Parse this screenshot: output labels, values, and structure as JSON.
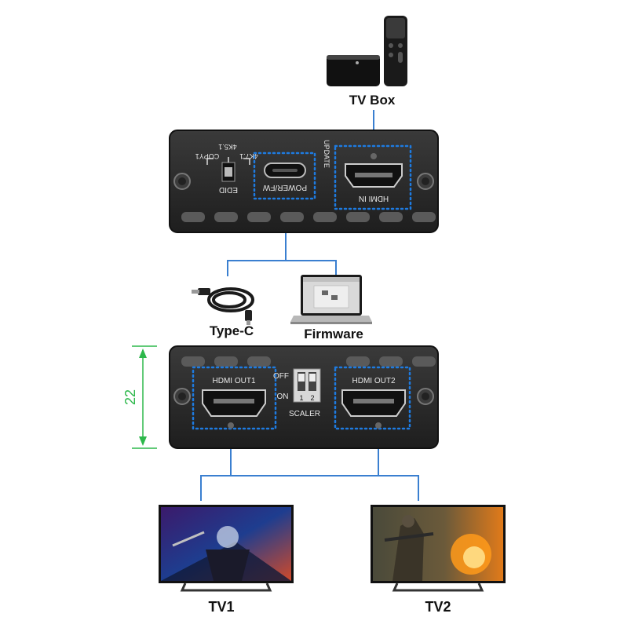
{
  "labels": {
    "tv_box": "TV Box",
    "type_c": "Type-C",
    "firmware": "Firmware",
    "tv1": "TV1",
    "tv2": "TV2"
  },
  "top_panel": {
    "edid": "EDID",
    "copy1": "COPY1",
    "k4_5_1": "4K5.1",
    "k4_7_1": "4K7.1",
    "power_fw": "POWER/FW",
    "update": "UPDATE",
    "hdmi_in": "HDMI IN"
  },
  "bottom_panel": {
    "hdmi_out1": "HDMI OUT1",
    "hdmi_out2": "HDMI OUT2",
    "off": "OFF",
    "on": "ON",
    "dip1": "1",
    "dip2": "2",
    "scaler": "SCALER"
  },
  "dimension": "22",
  "colors": {
    "panel": "#2a2a2a",
    "dotted_box": "#1e7be0",
    "connector_line": "#3a7fd0",
    "dimension": "#2db84b"
  }
}
